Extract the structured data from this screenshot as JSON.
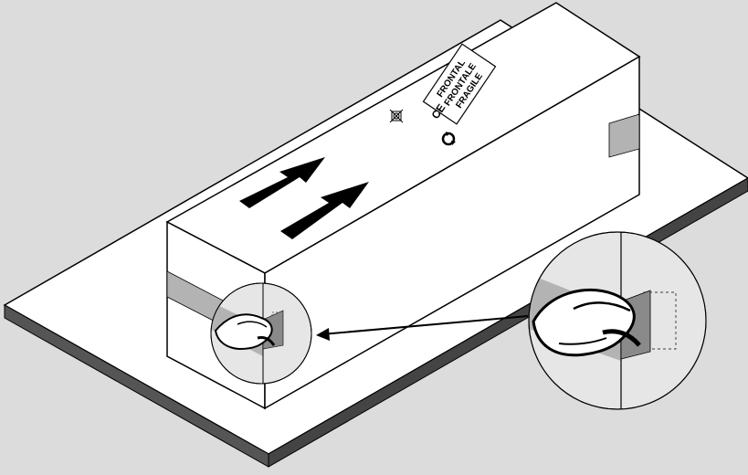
{
  "label": {
    "line1": "FRONTAL",
    "line2": "FRONTALE",
    "line3": "FRAGILE"
  },
  "marks": {
    "ce": "CE"
  },
  "colors": {
    "background": "#dcdcdc",
    "surface": "#ffffff",
    "outline": "#000000",
    "tape": "#b3b3b3",
    "board_edge": "#555555",
    "inset_shade": "#e6e6e6",
    "hand": "#000000"
  },
  "icons": [
    "upward-arrows-icon",
    "ce-mark-icon",
    "recycle-icon",
    "do-not-dispose-icon",
    "hand-icon"
  ]
}
